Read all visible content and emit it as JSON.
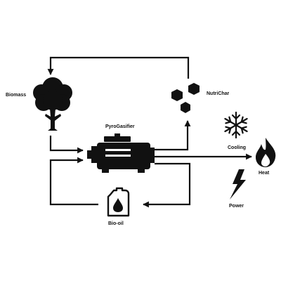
{
  "labels": {
    "biomass": "Biomass",
    "nutrichar": "NutriChar",
    "pyrogasifier": "PyroGasifier",
    "cooling": "Cooling",
    "heat": "Heat",
    "power": "Power",
    "bio_oil": "Bio-oil"
  },
  "icons": {
    "biomass": "tree-icon",
    "nutrichar": "char-pellets-icon",
    "pyrogasifier": "engine-icon",
    "cooling": "snowflake-icon",
    "heat": "flame-icon",
    "power": "lightning-bolt-icon",
    "bio_oil": "oil-canister-icon"
  },
  "colors": {
    "ink": "#111111",
    "background": "#ffffff"
  }
}
